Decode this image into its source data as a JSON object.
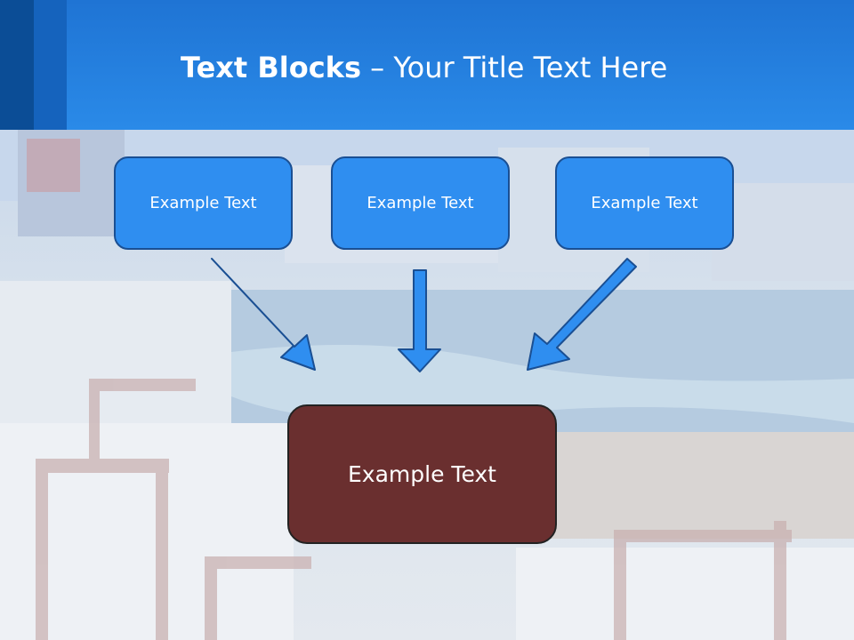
{
  "slide": {
    "title_bold": "Text Blocks",
    "title_separator": "–",
    "title_rest": "Your Title Text Here"
  },
  "diagram": {
    "top_blocks": [
      {
        "label": "Example Text"
      },
      {
        "label": "Example Text"
      },
      {
        "label": "Example Text"
      }
    ],
    "result_block": {
      "label": "Example Text"
    }
  },
  "colors": {
    "header": "#2a8ae8",
    "top_block_fill": "#2f8ef0",
    "result_block_fill": "#6a2f2f",
    "arrow_fill": "#2f8ef0"
  }
}
